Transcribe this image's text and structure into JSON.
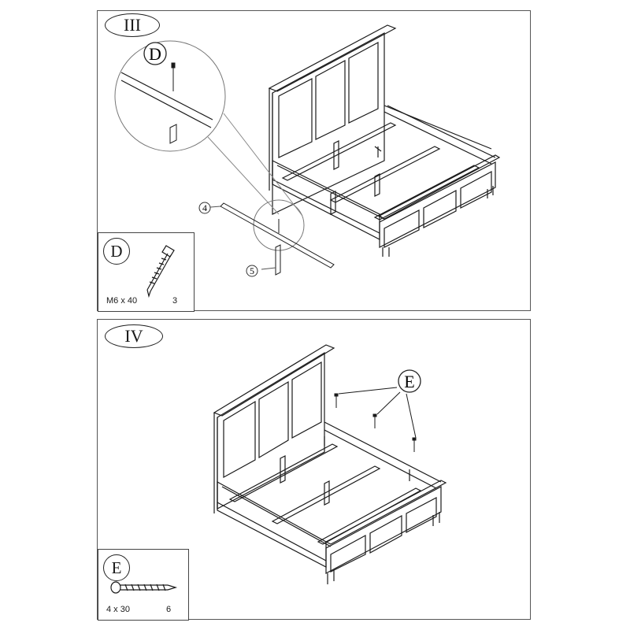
{
  "steps": [
    {
      "label": "III",
      "detail_label": "D",
      "callouts": [
        "4",
        "5"
      ],
      "hardware": {
        "letter": "D",
        "spec": "M6 x 40",
        "qty": "3"
      }
    },
    {
      "label": "IV",
      "pointer_label": "E",
      "hardware": {
        "letter": "E",
        "spec": "4 x 30",
        "qty": "6"
      }
    }
  ],
  "colors": {
    "ink": "#1a1a1a",
    "panel_border": "#555555",
    "leader": "#888888"
  },
  "icons": [
    "bed-frame-drawing",
    "lag-screw-icon",
    "wood-screw-icon",
    "magnifier-detail-circle"
  ]
}
